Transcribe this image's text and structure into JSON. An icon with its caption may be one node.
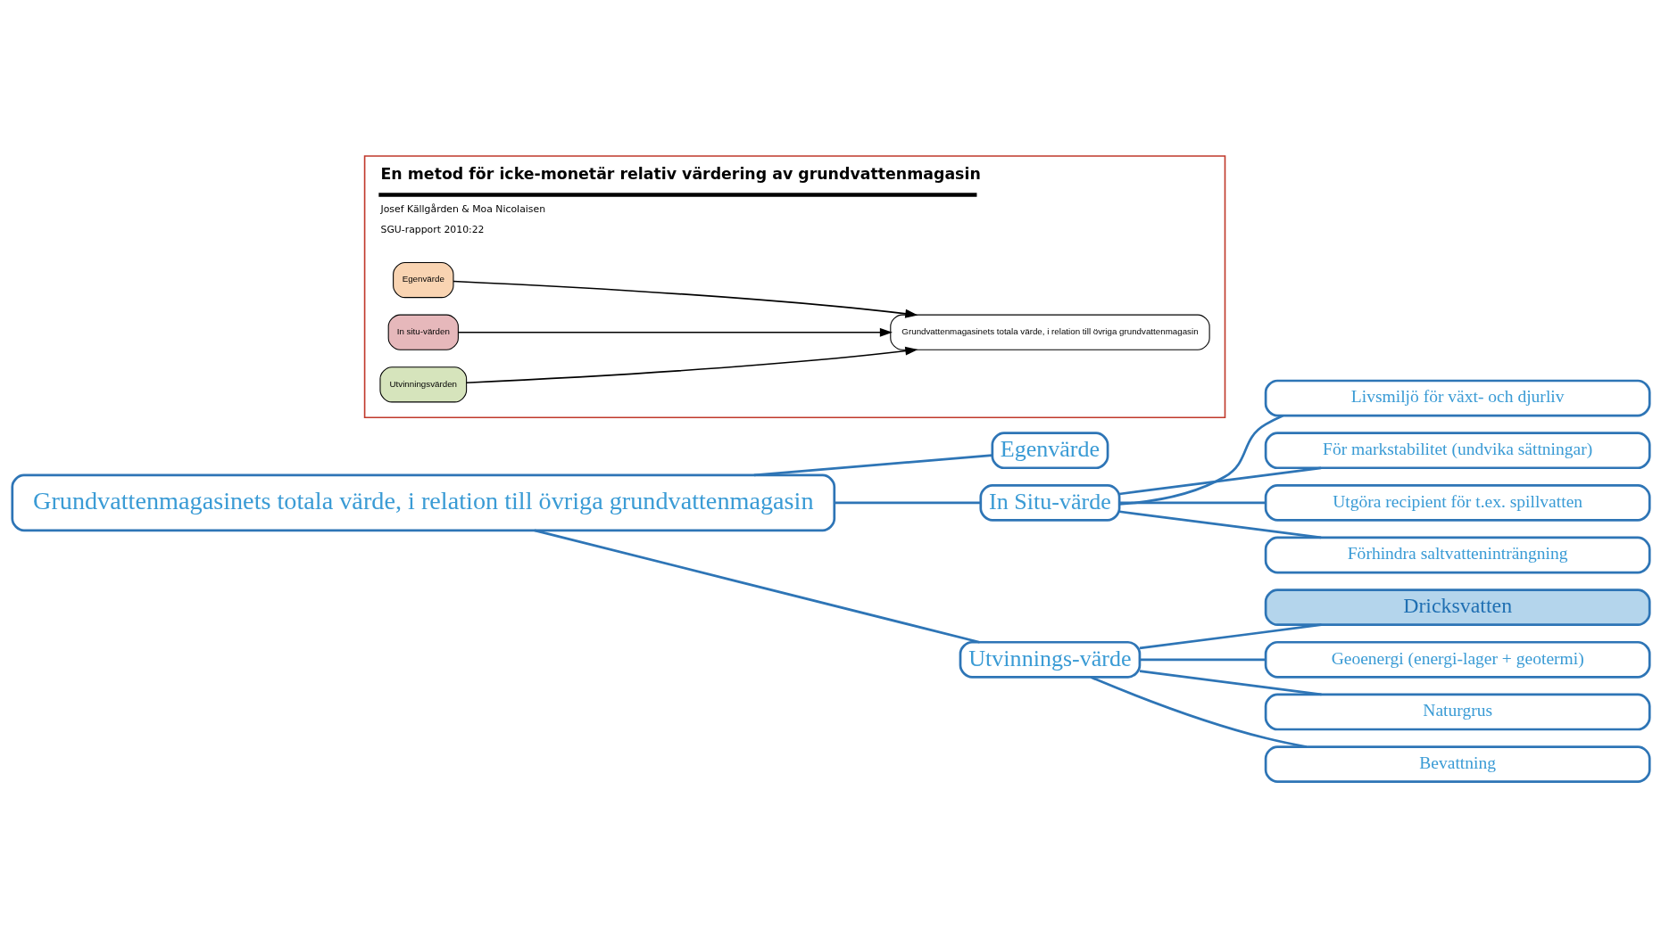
{
  "diagram": {
    "nodes": [
      {
        "text": [
          "Grundvattenmagasinets totala värde, i relation till övriga grundvattenmagasin"
        ]
      },
      {
        "text": [
          "Egenvärde"
        ]
      },
      {
        "text": [
          "In Situ-värde"
        ]
      },
      {
        "text": [
          "Utvinnings-värde"
        ]
      },
      {
        "text": [
          "Livsmiljö för växt- och djurliv"
        ]
      },
      {
        "text": [
          "För markstabilitet (undvika sättningar)"
        ]
      },
      {
        "text": [
          "Utgöra recipient för t.ex. spillvatten"
        ]
      },
      {
        "text": [
          "Förhindra saltvatteninträngning"
        ]
      },
      {
        "text": [
          "Dricksvatten"
        ]
      },
      {
        "text": [
          "Geoenergi (energi-lager + geotermi)"
        ]
      },
      {
        "text": [
          "Naturgrus"
        ]
      },
      {
        "text": [
          "Bevattning"
        ]
      },
      {
        "text": [
          "En metod för icke-monetär relativ värdering av grundvattenmagasin",
          "Josef Källgården & Moa Nicolaisen",
          "SGU-rapport 2010:22"
        ]
      },
      {
        "text": [
          "Grundvattenmagasinets totala värde, i relation till övriga grundvattenmagasin"
        ],
        "in": 12
      },
      {
        "text": [
          "Egenvärde"
        ],
        "in": 12
      },
      {
        "text": [
          "In situ-värden"
        ],
        "in": 12
      },
      {
        "text": [
          "Utvinningsvärden"
        ],
        "in": 12
      }
    ],
    "edges": [
      {
        "from": 0,
        "to": 1,
        "arrow": "none"
      },
      {
        "from": 0,
        "to": 2,
        "arrow": "none"
      },
      {
        "from": 0,
        "to": 3,
        "arrow": "none"
      },
      {
        "from": 2,
        "to": 4,
        "arrow": "none"
      },
      {
        "from": 2,
        "to": 5,
        "arrow": "none"
      },
      {
        "from": 2,
        "to": 6,
        "arrow": "none"
      },
      {
        "from": 2,
        "to": 7,
        "arrow": "none"
      },
      {
        "from": 3,
        "to": 8,
        "arrow": "none"
      },
      {
        "from": 3,
        "to": 9,
        "arrow": "none"
      },
      {
        "from": 3,
        "to": 10,
        "arrow": "none"
      },
      {
        "from": 3,
        "to": 11,
        "arrow": "none"
      },
      {
        "from": 14,
        "to": 13,
        "arrow": "to",
        "color": "#000000"
      },
      {
        "from": 15,
        "to": 13,
        "arrow": "to",
        "color": "#000000"
      },
      {
        "from": 16,
        "to": 13,
        "arrow": "to",
        "color": "#000000"
      }
    ]
  }
}
